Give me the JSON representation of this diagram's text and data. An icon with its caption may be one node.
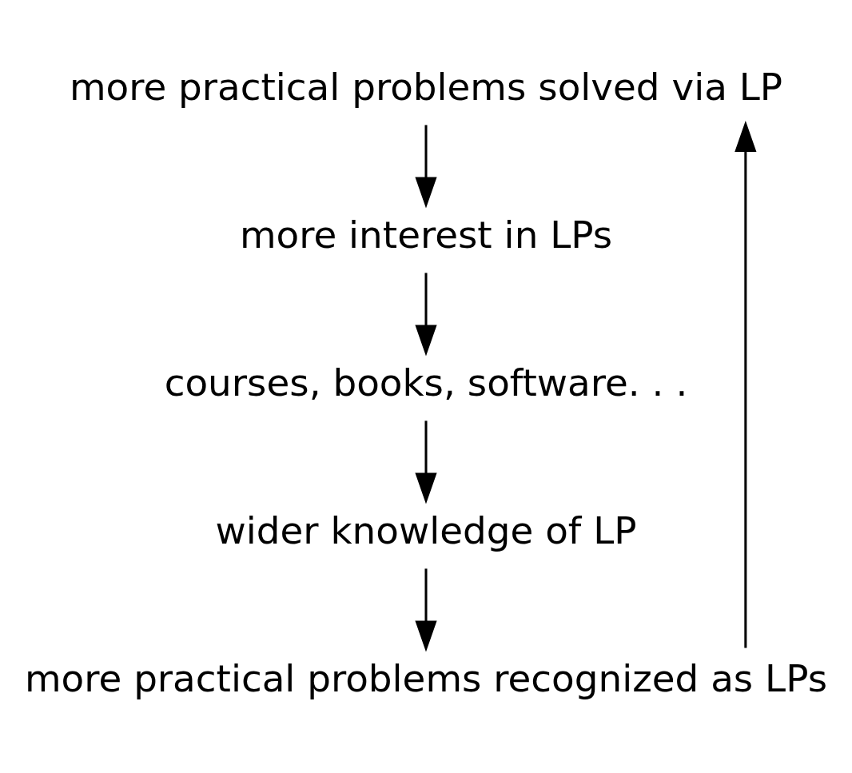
{
  "diagram": {
    "nodes": [
      {
        "text": [
          "more practical problems solved via LP"
        ]
      },
      {
        "text": [
          "more interest in LPs"
        ]
      },
      {
        "text": [
          "courses, books, software. . ."
        ]
      },
      {
        "text": [
          "wider knowledge of LP"
        ]
      },
      {
        "text": [
          "more practical problems recognized as LPs"
        ]
      }
    ],
    "edges": [
      {
        "from": 0,
        "to": 1,
        "arrow": "to"
      },
      {
        "from": 1,
        "to": 2,
        "arrow": "to"
      },
      {
        "from": 2,
        "to": 3,
        "arrow": "to"
      },
      {
        "from": 3,
        "to": 4,
        "arrow": "to"
      },
      {
        "from": 4,
        "to": 0,
        "arrow": "to"
      }
    ]
  }
}
